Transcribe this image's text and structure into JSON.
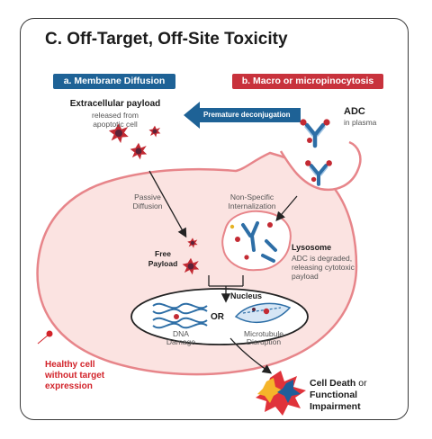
{
  "title": "C. Off-Target, Off-Site Toxicity",
  "panel_a": {
    "label": "a. Membrane Diffusion"
  },
  "panel_b": {
    "label": "b. Macro or micropinocytosis"
  },
  "extracellular_payload": {
    "heading": "Extracellular payload",
    "line1": "released from",
    "line2": "apoptotic cell"
  },
  "premature": "Premature deconjugation",
  "adc": {
    "label": "ADC",
    "sub": "in plasma"
  },
  "passive": {
    "line1": "Passive",
    "line2": "Diffusion"
  },
  "nonspecific": {
    "line1": "Non-Specific",
    "line2": "Internalization"
  },
  "free_payload": {
    "line1": "Free",
    "line2": "Payload"
  },
  "lysosome": {
    "heading": "Lysosome",
    "line1": "ADC is degraded,",
    "line2": "releasing cytotoxic",
    "line3": "payload"
  },
  "nucleus": {
    "label": "Nucleus",
    "or": "OR",
    "dna_line1": "DNA",
    "dna_line2": "Damage",
    "mt_line1": "Microtubule",
    "mt_line2": "Disruption"
  },
  "healthy_cell": {
    "line1": "Healthy cell",
    "line2": "without target",
    "line3": "expression"
  },
  "outcome": {
    "line1a": "Cell Death",
    "line1b": " or",
    "line2": "Functional",
    "line3": "Impairment"
  },
  "colors": {
    "membrane_blue": "#1e6296",
    "macro_red": "#c8323c",
    "cell_fill": "#fbe3e1",
    "cell_border": "#e7858a",
    "payload_red": "#c32a33",
    "antibody_blue": "#2d6ea6"
  }
}
